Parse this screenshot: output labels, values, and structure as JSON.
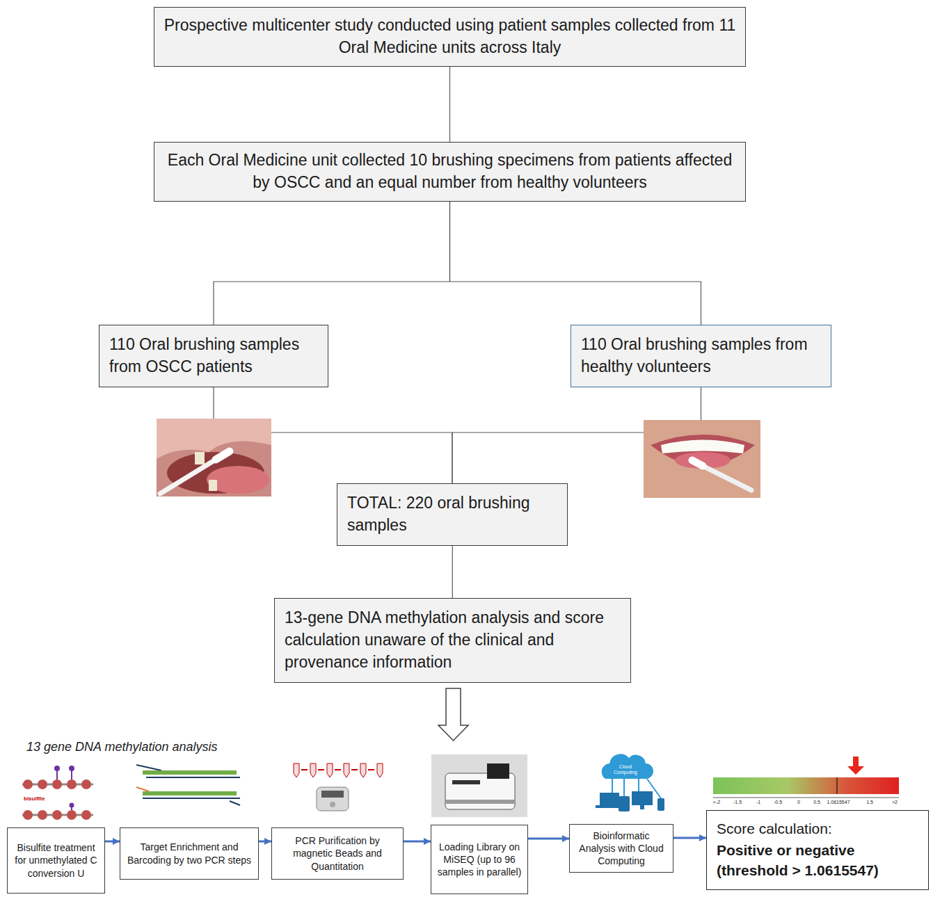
{
  "diagram": {
    "nodes": [
      {
        "text": [
          "Prospective multicenter study conducted using patient samples collected from 11 Oral Medicine units across Italy"
        ]
      },
      {
        "text": [
          "Each Oral Medicine unit collected 10 brushing specimens from patients affected by OSCC and an equal number from healthy volunteers"
        ]
      },
      {
        "text": [
          "110 Oral brushing samples from OSCC patients"
        ]
      },
      {
        "text": [
          "110 Oral brushing samples from healthy volunteers"
        ]
      },
      {
        "text": [
          "TOTAL: 220 oral brushing samples"
        ]
      },
      {
        "text": [
          "13-gene DNA methylation analysis and score calculation unaware of the clinical and provenance information"
        ]
      },
      {
        "text": [
          "Bisulfite treatment for unmethylated C conversion U"
        ]
      },
      {
        "text": [
          "Target Enrichment and Barcoding by two PCR steps"
        ]
      },
      {
        "text": [
          "PCR Purification by magnetic Beads and Quantitation"
        ]
      },
      {
        "text": [
          "Loading Library on MiSEQ (up to 96 samples in parallel)"
        ]
      },
      {
        "text": [
          "Bioinformatic Analysis with Cloud Computing"
        ]
      },
      {
        "text": [
          "Score calculation:",
          "Positive or negative (threshold > 1.0615547)"
        ]
      }
    ],
    "edges": [
      {
        "from": 0,
        "to": 1,
        "arrow": "none"
      },
      {
        "from": 1,
        "to": 2,
        "arrow": "none"
      },
      {
        "from": 1,
        "to": 3,
        "arrow": "none"
      },
      {
        "from": 2,
        "to": 4,
        "arrow": "none"
      },
      {
        "from": 3,
        "to": 4,
        "arrow": "none"
      },
      {
        "from": 4,
        "to": 5,
        "arrow": "none"
      },
      {
        "from": 6,
        "to": 7,
        "arrow": "to"
      },
      {
        "from": 7,
        "to": 8,
        "arrow": "to"
      },
      {
        "from": 8,
        "to": 9,
        "arrow": "to"
      },
      {
        "from": 9,
        "to": 10,
        "arrow": "to"
      },
      {
        "from": 10,
        "to": 11,
        "arrow": "to"
      }
    ],
    "labels": [
      "13 gene DNA methylation analysis",
      "bisulfite",
      "Cloud Computing",
      "<-2",
      "-1.5",
      "-1",
      "-0.5",
      "0",
      "0.5",
      "1.0615547",
      "1.5",
      ">2"
    ]
  }
}
